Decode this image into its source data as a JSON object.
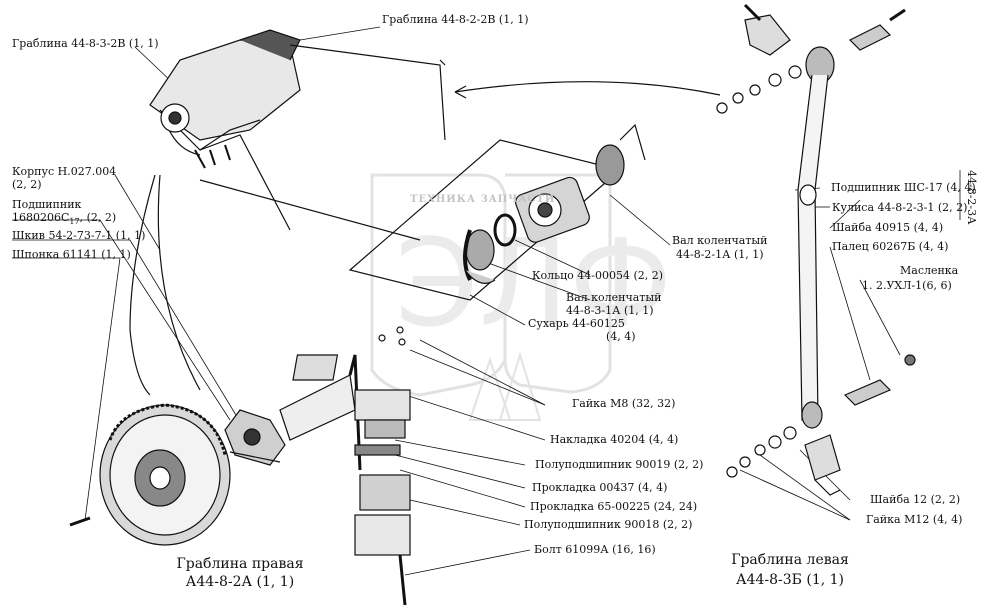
{
  "watermark": "ТЕХНИКА ЗАПЧАСТИ",
  "labels": {
    "grablina_44_8_2_2v": "Граблина 44-8-2-2В (1, 1)",
    "grablina_44_8_3_2v": "Граблина 44-8-3-2В (1, 1)",
    "korpus_1": "Корпус Н.027.004",
    "korpus_2": "(2, 2)",
    "podshipnik_1": "Подшипник",
    "podshipnik_2": "1680206С",
    "podshipnik_2_sub": "17",
    "podshipnik_2_qty": ", (2, 2)",
    "shkiv": "Шкив 54-2-73-7-1 (1, 1)",
    "shponka": "Шпонка 61141 (1, 1)",
    "val_kolenchatyi_a_1": "Вал коленчатый",
    "val_kolenchatyi_a_2": "44-8-2-1А (1, 1)",
    "koltso": "Кольцо 44-00054 (2, 2)",
    "val_kolenchatyi_b_1": "Вал коленчатый",
    "val_kolenchatyi_b_2": "44-8-3-1А (1, 1)",
    "sukhar_1": "Сухарь 44-60125",
    "sukhar_2": "(4, 4)",
    "gaika_m8": "Гайка М8 (32, 32)",
    "nakladka": "Накладка 40204 (4, 4)",
    "polupodshipnik_90019": "Полуподшипник 90019 (2, 2)",
    "prokladka_00437": "Прокладка 00437 (4, 4)",
    "prokladka_65": "Прокладка 65-00225 (24, 24)",
    "polupodshipnik_90018": "Полуподшипник 90018 (2, 2)",
    "bolt": "Болт 61099А (16, 16)",
    "podshipnik_shs": "Подшипник ШС-17 (4, 4)",
    "kulisa": "Кулиса 44-8-2-3-1 (2, 2)",
    "vertical_code": "44-8-2-3А",
    "shaiba_40915": "Шайба 40915 (4, 4)",
    "palets": "Палец 60267Б (4, 4)",
    "maslenka_1": "Масленка",
    "maslenka_2": "1. 2.УХЛ-1(6, 6)",
    "shaiba_12": "Шайба 12 (2, 2)",
    "gaika_m12": "Гайка М12 (4, 4)"
  },
  "captions": {
    "right_1": "Граблина правая",
    "right_2": "А44-8-2А (1, 1)",
    "left_1": "Граблина левая",
    "left_2": "А44-8-3Б (1, 1)"
  }
}
